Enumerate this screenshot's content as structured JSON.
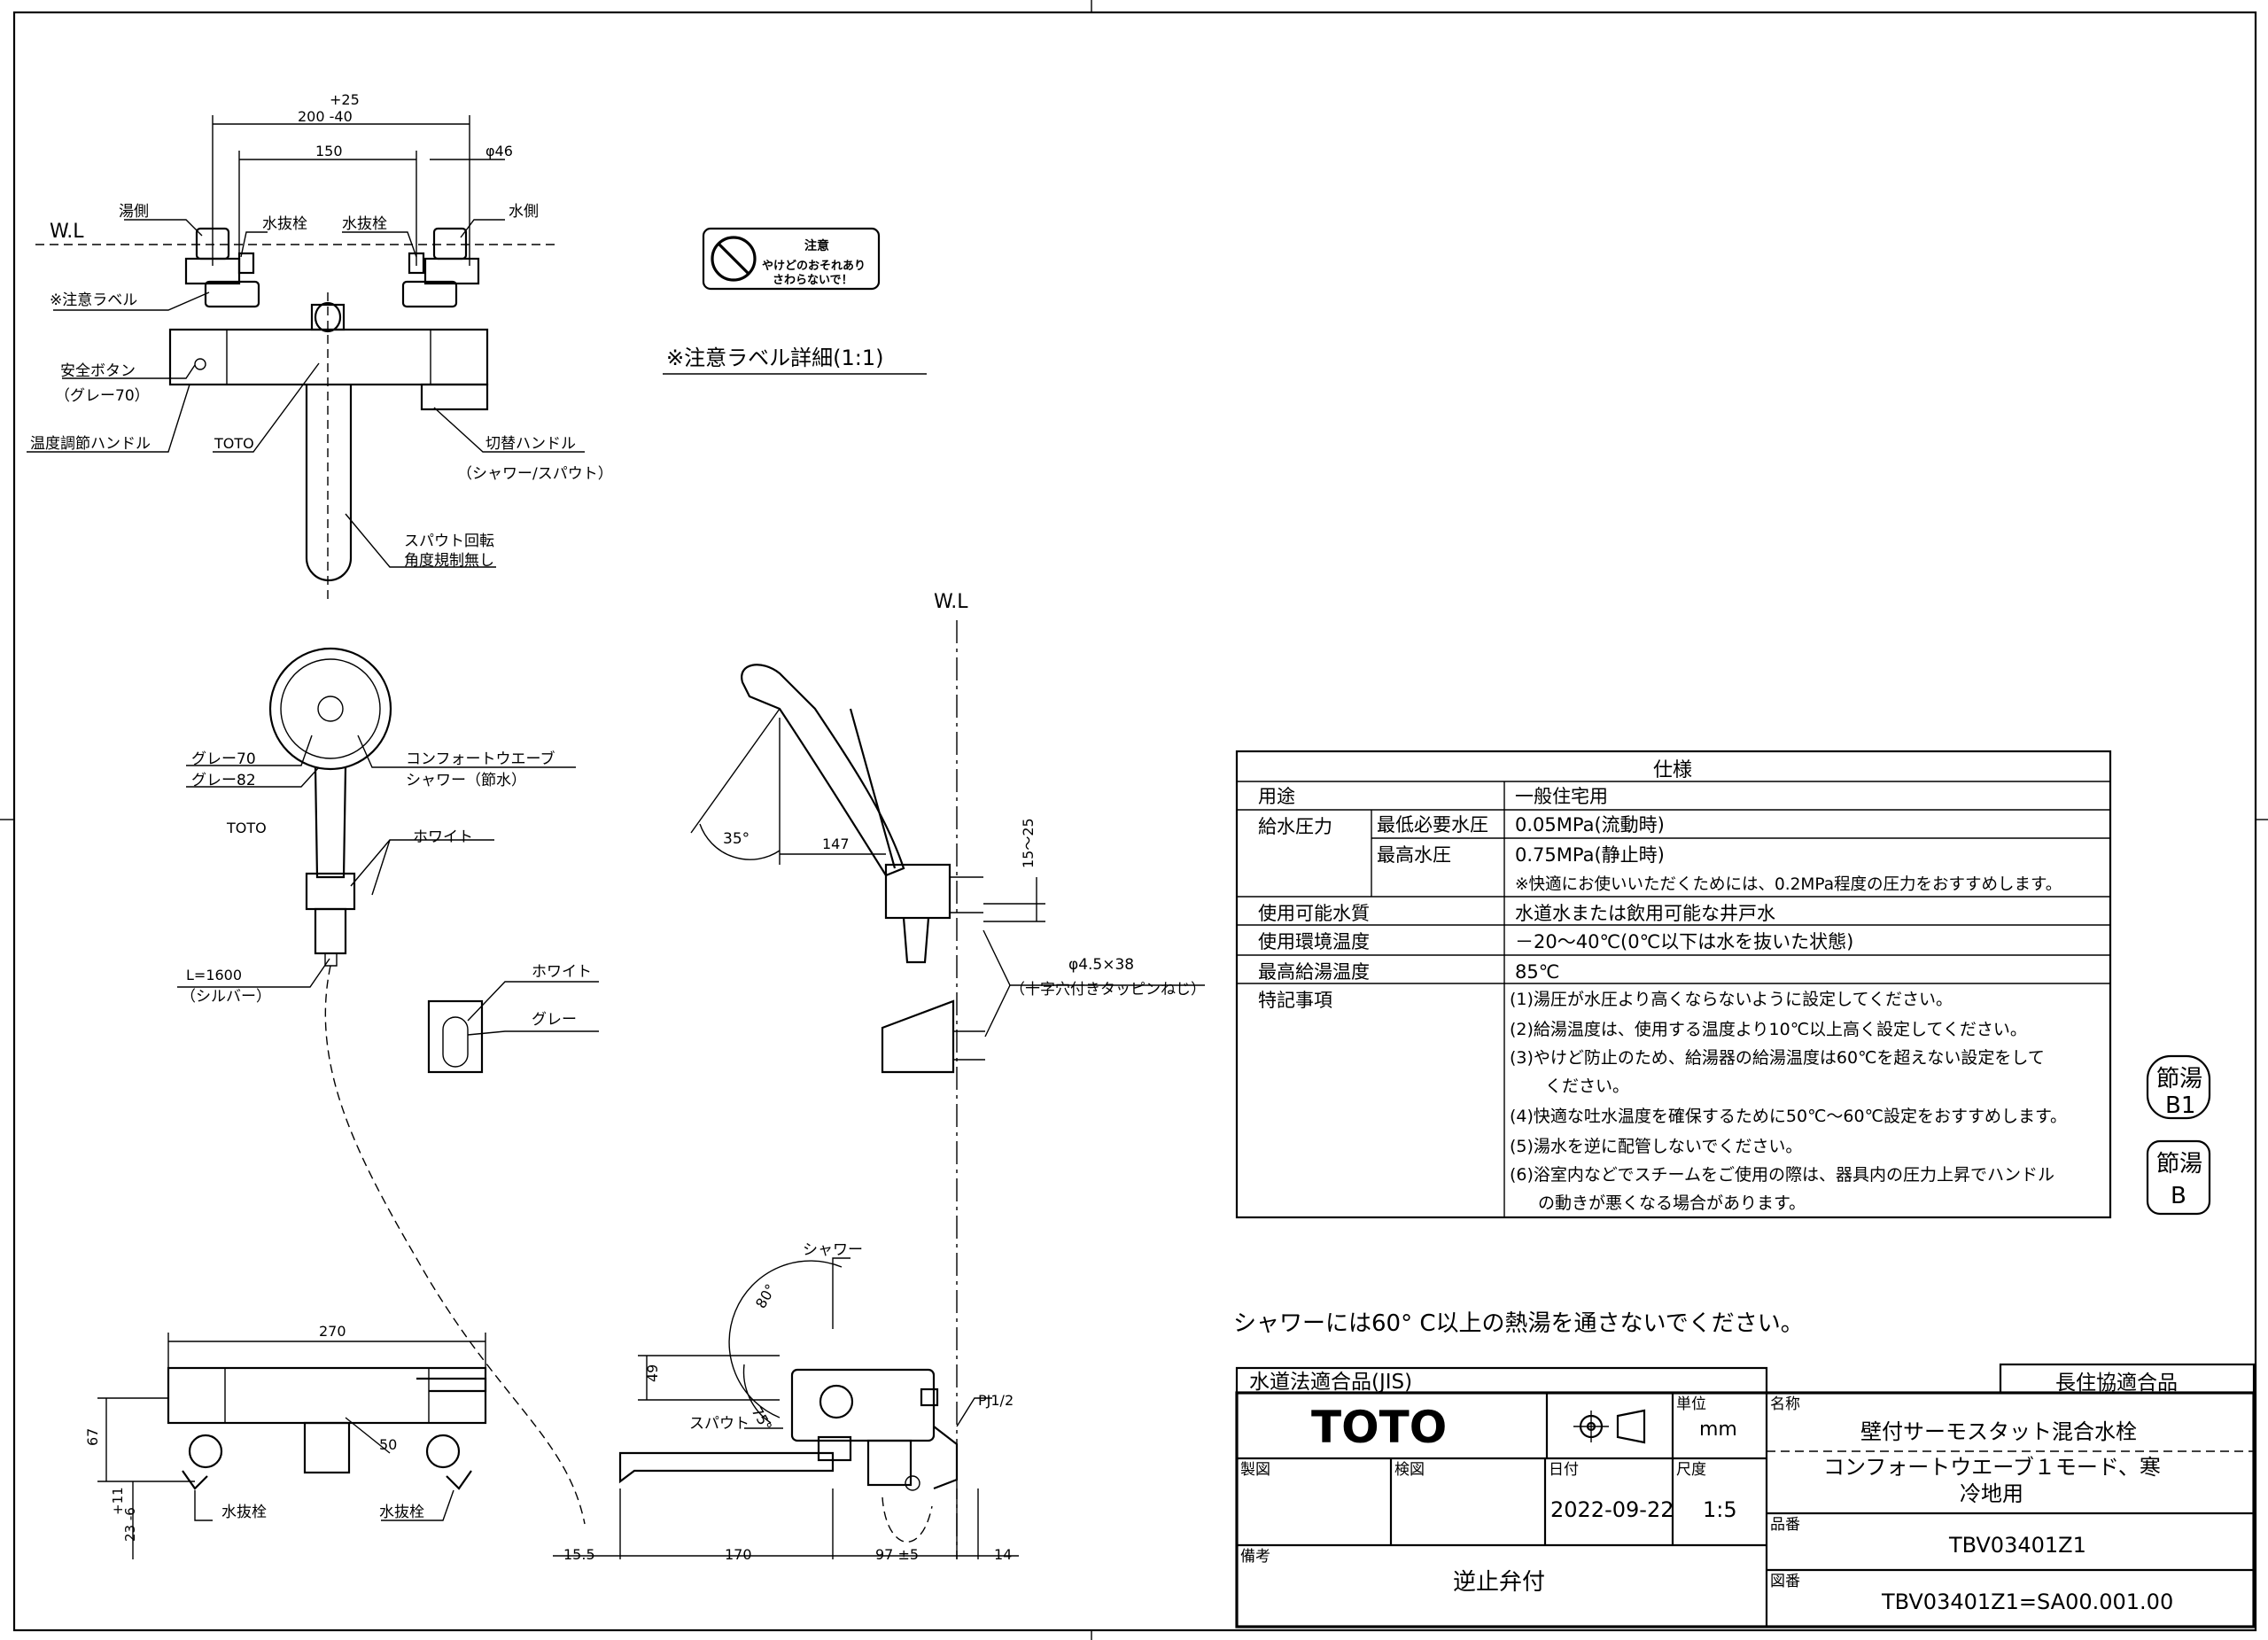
{
  "drawing_labels": {
    "wl_top": "W.L",
    "wl_side": "W.L",
    "dim_plus25": "+25",
    "dim_range": "200 -40",
    "dim_150": "150",
    "dim_phi46": "φ46",
    "hot_side": "湯側",
    "water_side": "水側",
    "drain_plug_left": "水抜栓",
    "drain_plug_right": "水抜栓",
    "caution_label": "※注意ラベル",
    "safety_button": "安全ボタン",
    "safety_button_color": "（グレー70）",
    "temp_handle": "温度調節ハンドル",
    "toto_mark_front": "TOTO",
    "switch_handle": "切替ハンドル",
    "switch_handle_sub": "（シャワー/スパウト）",
    "spout_rotation": "スパウト回転",
    "spout_rotation_sub": "角度規制無し",
    "caution_detail": "※注意ラベル詳細(1:1)",
    "sticker_title": "注意",
    "sticker_line1": "やけどのおそれあり",
    "sticker_line2": "さわらないで！",
    "gray70": "グレー70",
    "gray82": "グレー82",
    "comfort_wave": "コンフォートウエーブ",
    "shower_water_saving": "シャワー（節水）",
    "toto_mark_shower": "TOTO",
    "white_1": "ホワイト",
    "hose_length": "L=1600",
    "hose_color": "（シルバー）",
    "white_2": "ホワイト",
    "gray": "グレー",
    "angle_35": "35°",
    "dim_147": "147",
    "dim_15_25": "15～25",
    "screw_spec": "φ4.5×38",
    "screw_sub": "（十字穴付きタッピンねじ）",
    "dim_270": "270",
    "dim_67": "67",
    "dim_tol": "+11",
    "dim_23": "23 -6",
    "dim_50": "50",
    "drain_plug_b1": "水抜栓",
    "drain_plug_b2": "水抜栓",
    "shower_label": "シャワー",
    "angle_80": "80°",
    "dim_49": "49",
    "angle_75": "75°",
    "spout_label": "スパウト",
    "pj_label": "PJ1/2",
    "dim_15_5": "15.5",
    "dim_170": "170",
    "dim_97": "97 ±5",
    "dim_14": "14"
  },
  "spec_table": {
    "header": "仕様",
    "rows": {
      "use_label": "用途",
      "use_value": "一般住宅用",
      "pressure_label": "給水圧力",
      "min_pressure_label": "最低必要水圧",
      "min_pressure_value": "0.05MPa(流動時)",
      "max_pressure_label": "最高水圧",
      "max_pressure_value": "0.75MPa(静止時)",
      "max_pressure_note": "※快適にお使いいただくためには、0.2MPa程度の圧力をおすすめします。",
      "water_label": "使用可能水質",
      "water_value": "水道水または飲用可能な井戸水",
      "env_label": "使用環境温度",
      "env_value": "－20～40℃(0℃以下は水を抜いた状態)",
      "hot_label": "最高給湯温度",
      "hot_value": "85℃",
      "special_label": "特記事項",
      "notes": [
        "(1)湯圧が水圧より高くならないように設定してください。",
        "(2)給湯温度は、使用する温度より10℃以上高く設定してください。",
        "(3)やけど防止のため、給湯器の給湯温度は60℃を超えない設定をして",
        "ください。",
        "(4)快適な吐水温度を確保するために50℃～60℃設定をおすすめします。",
        "(5)湯水を逆に配管しないでください。",
        "(6)浴室内などでスチームをご使用の際は、器具内の圧力上昇でハンドル",
        "の動きが悪くなる場合があります。"
      ]
    }
  },
  "badges": {
    "b1_top": "節湯",
    "b1_bottom": "B1",
    "b_top": "節湯",
    "b_bottom": "B"
  },
  "warning_text": "シャワーには60° C以上の熱湯を通さないでください。",
  "title_block": {
    "jis": "水道法適合品(JIS)",
    "choukyo": "長住協適合品",
    "logo": "TOTO",
    "unit_label": "単位",
    "unit_value": "mm",
    "name_label": "名称",
    "name_value_1": "壁付サーモスタット混合水栓",
    "name_value_2": "コンフォートウエーブ１モード、寒",
    "name_value_3": "冷地用",
    "made_label": "製図",
    "checked_label": "検図",
    "date_label": "日付",
    "date_value": "2022-09-22",
    "scale_label": "尺度",
    "scale_value": "1:5",
    "part_label": "品番",
    "part_value": "TBV03401Z1",
    "remarks_label": "備考",
    "remarks_value": "逆止弁付",
    "drawing_label": "図番",
    "drawing_value": "TBV03401Z1=SA00.001.00"
  }
}
